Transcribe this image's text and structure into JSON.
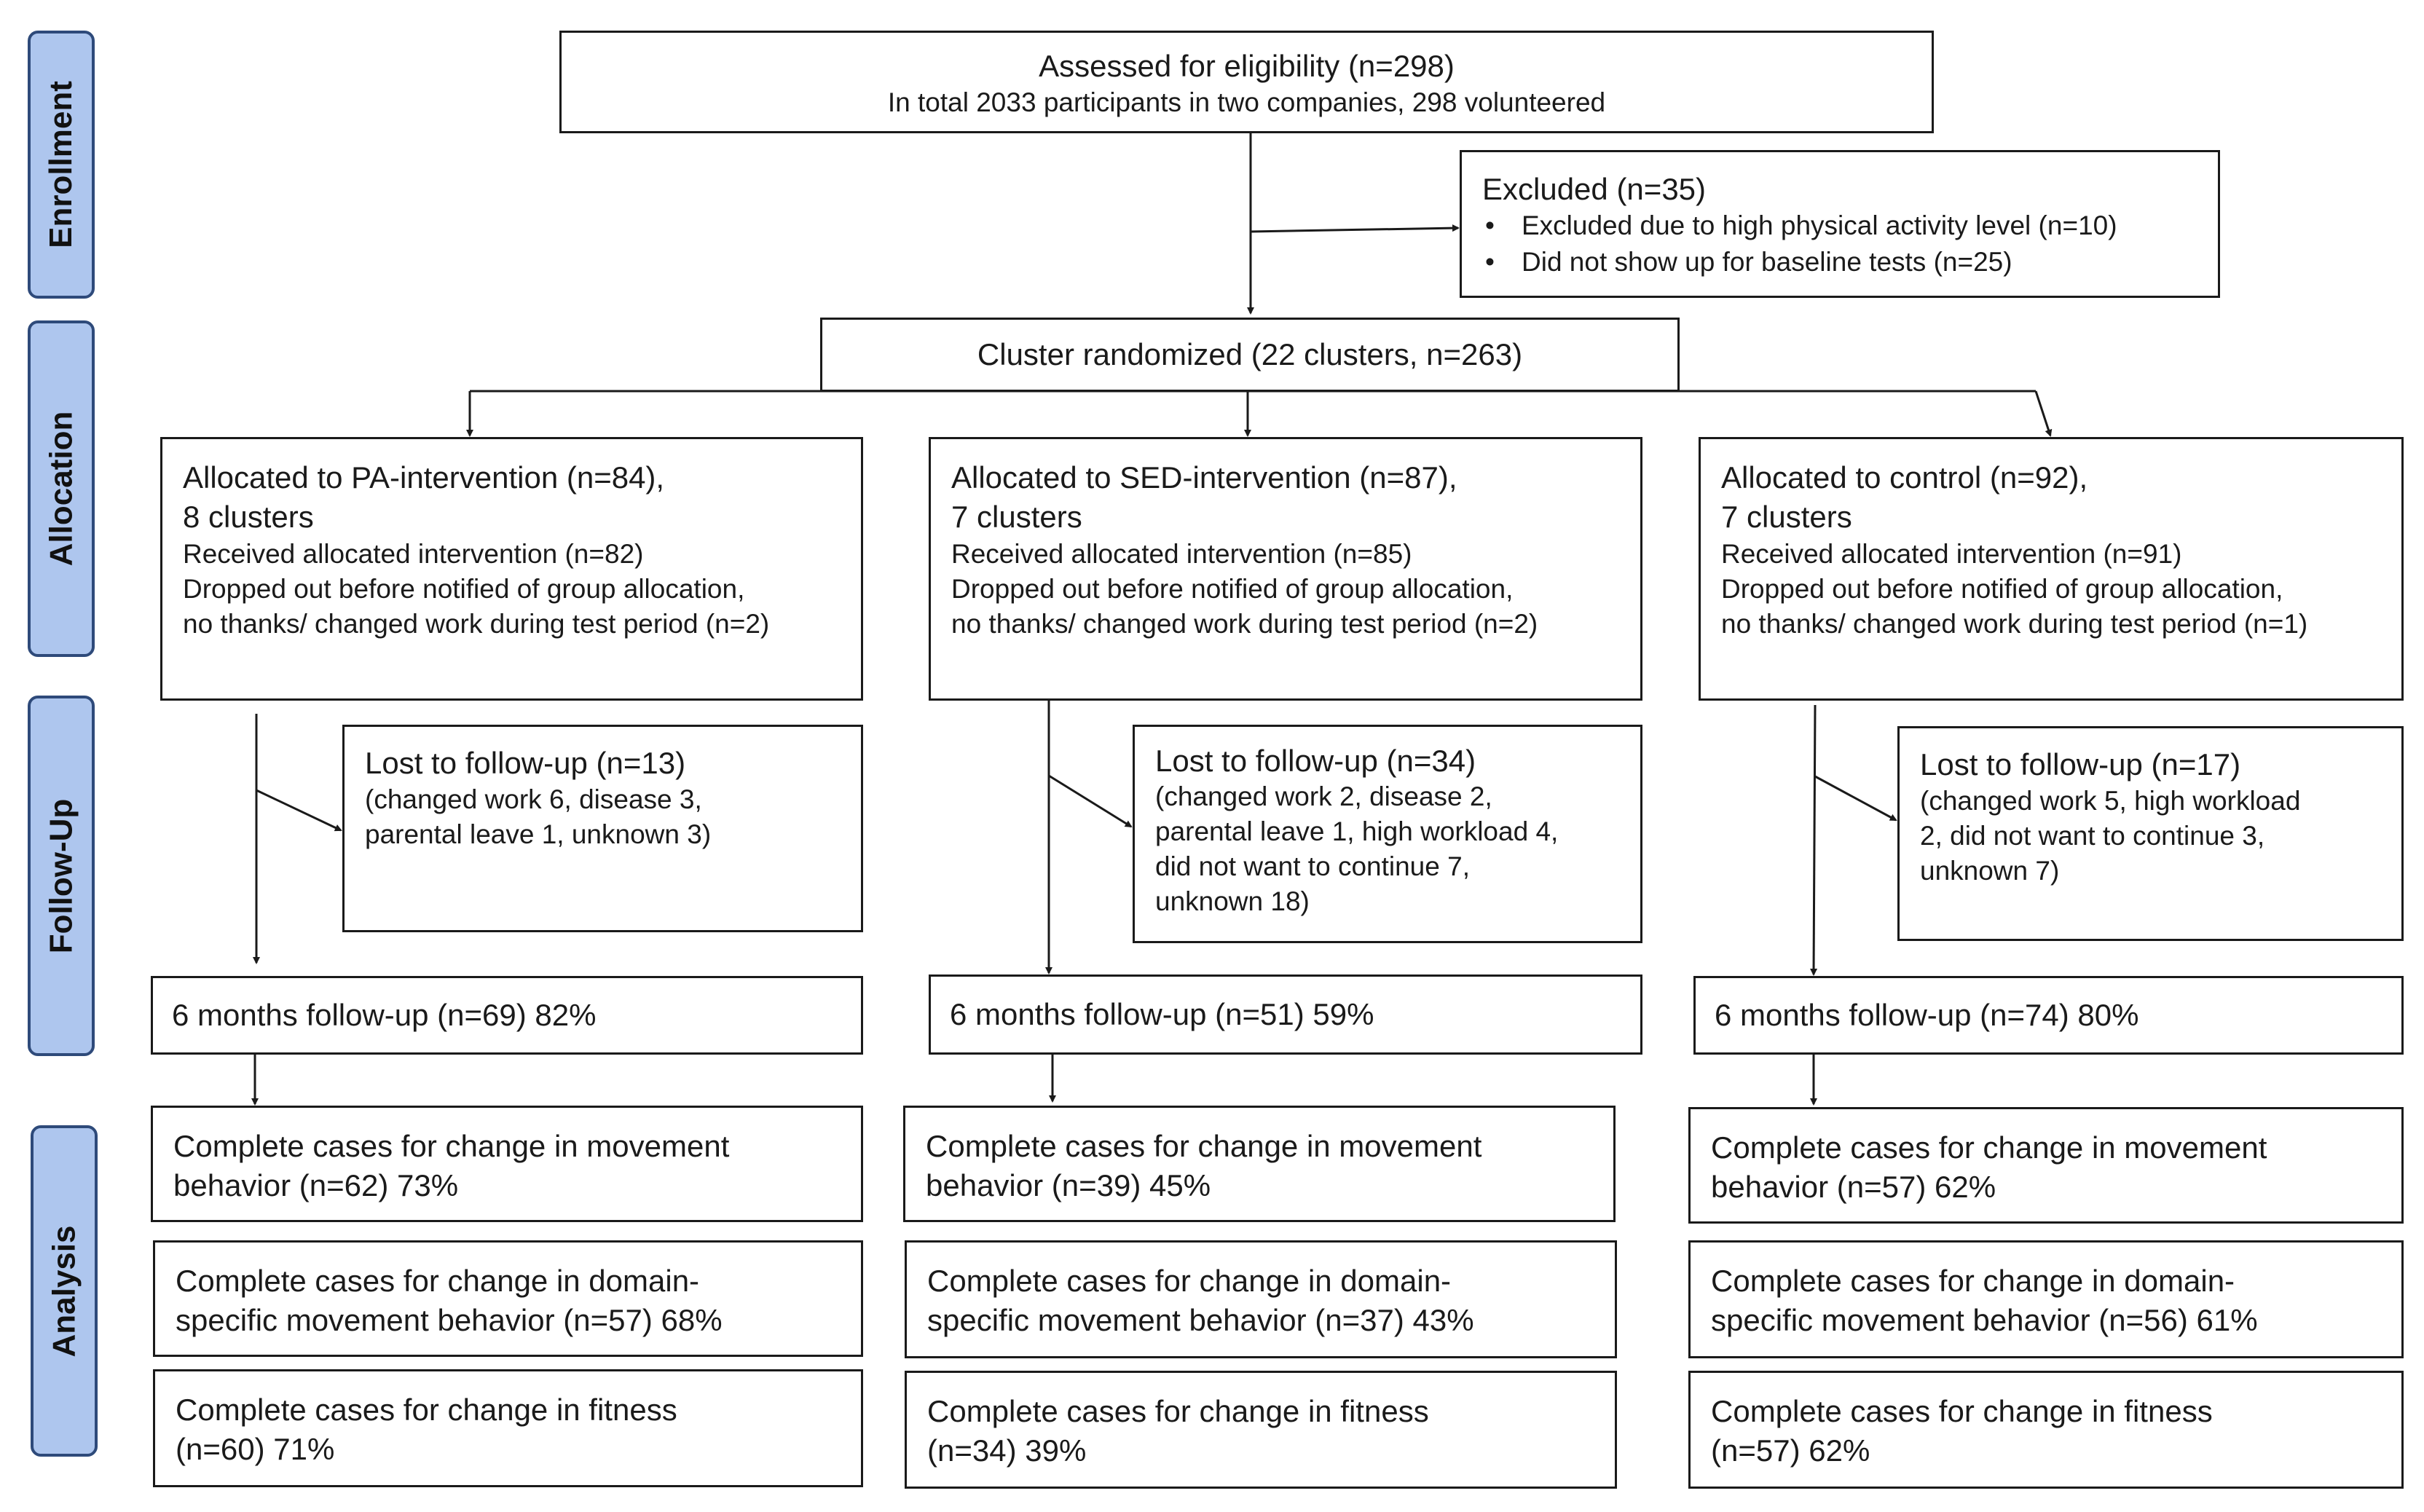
{
  "stages": {
    "enrollment": "Enrollment",
    "allocation": "Allocation",
    "followup": "Follow-Up",
    "analysis": "Analysis"
  },
  "eligibility": {
    "title": "Assessed for eligibility (n=298)",
    "detail": "In total 2033 participants in two companies, 298 volunteered"
  },
  "excluded": {
    "title": "Excluded  (n=35)",
    "items": [
      "Excluded due to high physical activity level (n=10)",
      "Did not show up for baseline tests (n=25)"
    ]
  },
  "randomized": "Cluster randomized (22 clusters,  n=263)",
  "arms": [
    {
      "alloc": [
        "Allocated to PA-intervention (n=84),",
        "8 clusters",
        "Received allocated intervention (n=82)",
        "Dropped out before notified of group allocation,",
        "no thanks/ changed work during test period (n=2)"
      ],
      "lost": [
        "Lost to follow-up  (n=13)",
        "(changed work 6, disease 3,",
        "parental leave 1, unknown 3)"
      ],
      "followup": "6 months follow-up (n=69) 82%",
      "analysis": [
        [
          "Complete cases for change in movement",
          "behavior (n=62) 73%"
        ],
        [
          "Complete cases for change in domain-",
          "specific movement behavior (n=57) 68%"
        ],
        [
          "Complete cases for change in fitness",
          "(n=60) 71%"
        ]
      ]
    },
    {
      "alloc": [
        "Allocated to SED-intervention (n=87),",
        "7 clusters",
        "Received allocated intervention (n=85)",
        "Dropped out before notified of group allocation,",
        "no thanks/ changed work during test period (n=2)"
      ],
      "lost": [
        "Lost to follow-up  (n=34)",
        "(changed work 2, disease 2,",
        "parental leave 1, high workload 4,",
        "did not want to continue 7,",
        "unknown 18)"
      ],
      "followup": "6 months follow-up (n=51) 59%",
      "analysis": [
        [
          "Complete cases for change in movement",
          "behavior (n=39) 45%"
        ],
        [
          "Complete cases for change in domain-",
          "specific movement behavior (n=37) 43%"
        ],
        [
          "Complete cases for change in fitness",
          "(n=34) 39%"
        ]
      ]
    },
    {
      "alloc": [
        "Allocated to control (n=92),",
        "7 clusters",
        "Received allocated intervention (n=91)",
        "Dropped out before notified of group allocation,",
        "no thanks/ changed work during test period (n=1)"
      ],
      "lost": [
        "Lost to follow-up  (n=17)",
        "(changed work 5, high workload",
        "2, did not want to continue 3,",
        "unknown 7)"
      ],
      "followup": "6 months follow-up (n=74) 80%",
      "analysis": [
        [
          "Complete cases for change in movement",
          "behavior (n=57) 62%"
        ],
        [
          "Complete cases for change in domain-",
          "specific movement behavior (n=56) 61%"
        ],
        [
          "Complete cases for change in fitness",
          "(n=57) 62%"
        ]
      ]
    }
  ]
}
